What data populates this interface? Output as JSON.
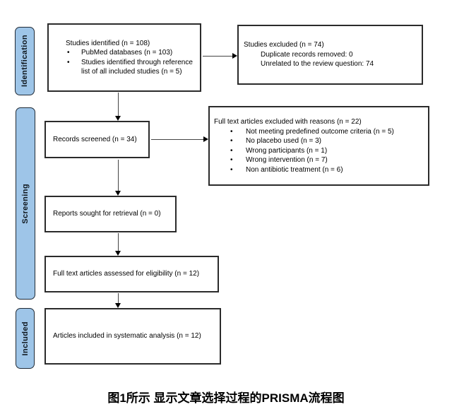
{
  "stages": {
    "identification": "Identification",
    "screening": "Screening",
    "included": "Included"
  },
  "boxes": {
    "identified": {
      "title": "Studies identified (n = 108)",
      "bullets": [
        "PubMed databases (n = 103)",
        "Studies identified through reference list of all included studies (n = 5)"
      ]
    },
    "excluded": {
      "title": "Studies excluded (n = 74)",
      "lines": [
        "Duplicate records removed: 0",
        "Unrelated to the review question: 74"
      ]
    },
    "screened": {
      "title": "Records screened (n = 34)"
    },
    "fulltext_excluded": {
      "title": "Full text articles excluded with reasons (n = 22)",
      "bullets": [
        "Not meeting predefined outcome criteria (n = 5)",
        "No placebo used (n = 3)",
        "Wrong participants (n = 1)",
        "Wrong intervention (n = 7)",
        "Non antibiotic treatment (n = 6)"
      ]
    },
    "retrieval": {
      "title": "Reports sought for retrieval (n = 0)"
    },
    "assessed": {
      "title": "Full text articles assessed for eligibility (n = 12)"
    },
    "included": {
      "title": "Articles included in systematic analysis (n = 12)"
    }
  },
  "caption": "图1所示 显示文章选择过程的PRISMA流程图",
  "colors": {
    "stage_fill": "#9ec5e8",
    "stage_border": "#1f2a36",
    "box_border": "#2b2b2b",
    "connector": "#444444",
    "background": "#ffffff"
  }
}
